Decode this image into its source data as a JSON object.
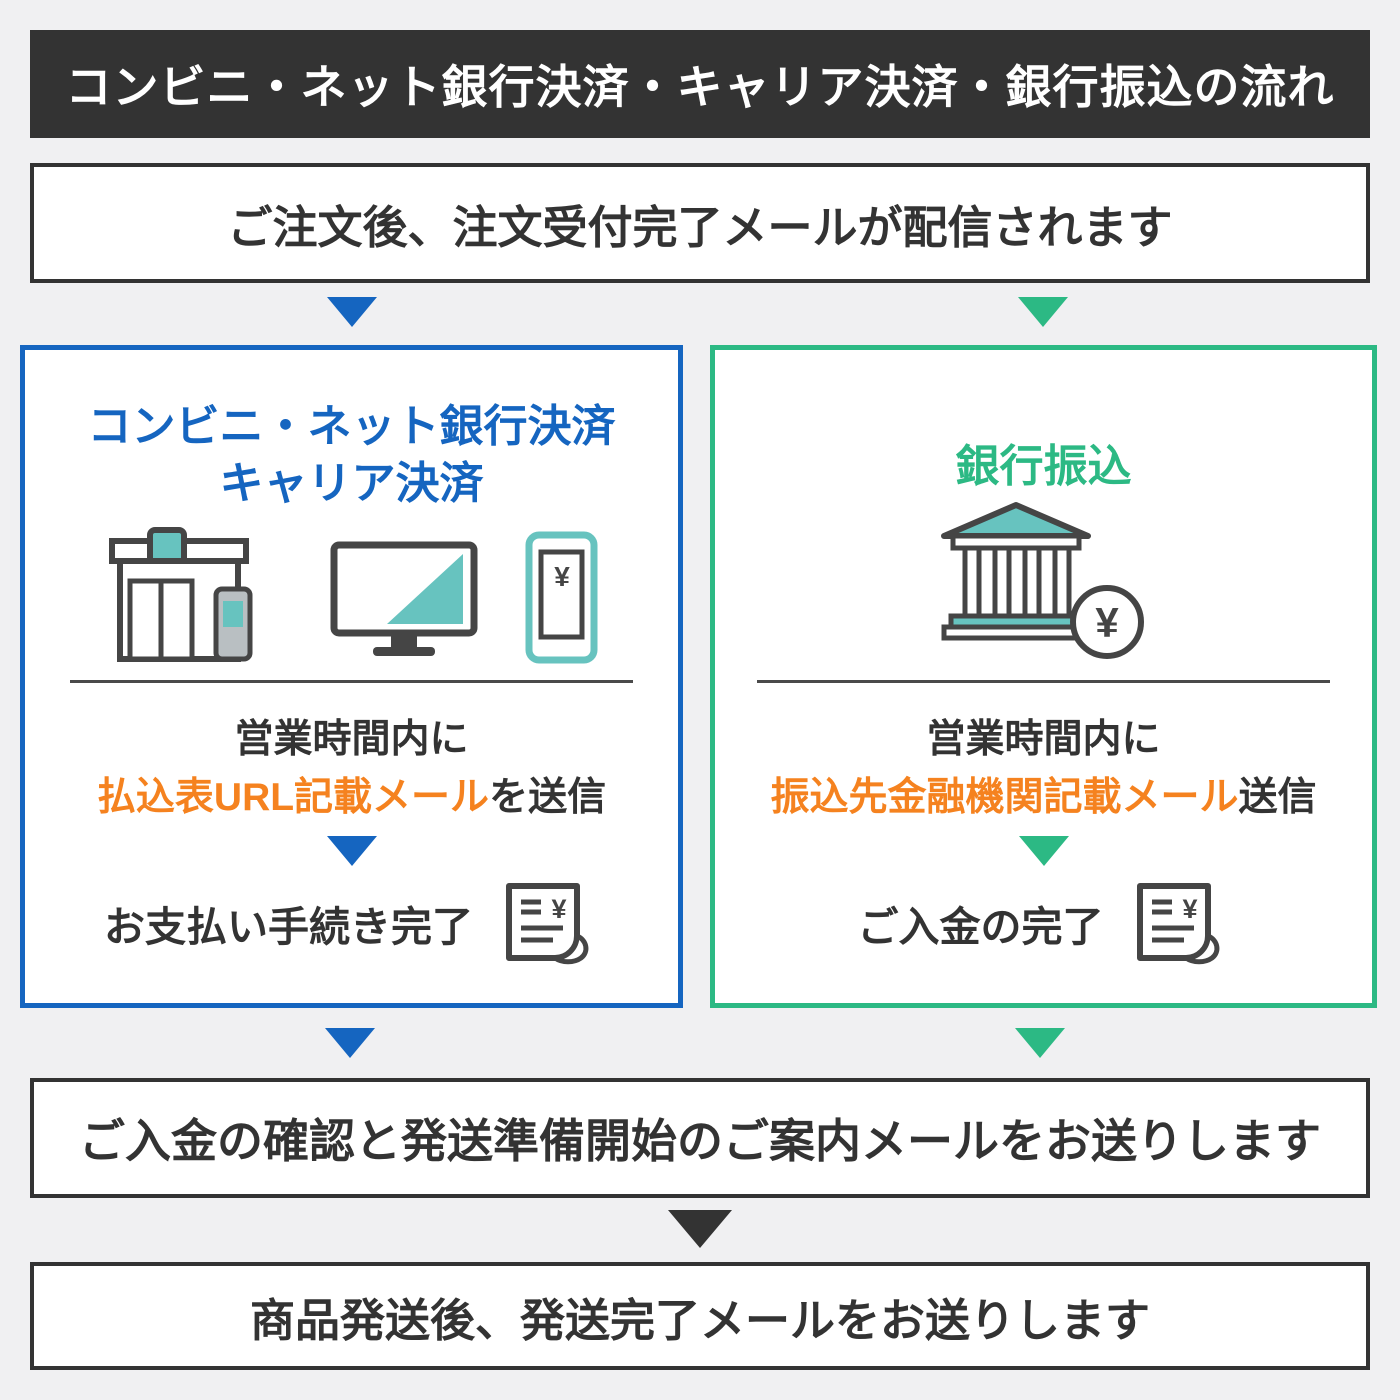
{
  "colors": {
    "bg": "#f0f0f2",
    "dark": "#333333",
    "blue": "#1565c0",
    "green": "#2cb984",
    "orange": "#f5821f",
    "teal": "#67c3bf"
  },
  "header": {
    "title": "コンビニ・ネット銀行決済・キャリア決済・銀行振込の流れ"
  },
  "flow": {
    "step_order": "ご注文後、注文受付完了メールが配信されます",
    "step_payment_confirmed": "ご入金の確認と発送準備開始のご案内メールをお送りします",
    "step_shipped": "商品発送後、発送完了メールをお送りします"
  },
  "left_panel": {
    "title_line1": "コンビニ・ネット銀行決済",
    "title_line2": "キャリア決済",
    "hours_text": "営業時間内に",
    "mail_highlight": "払込表URL記載メール",
    "mail_suffix": "を送信",
    "complete_text": "お支払い手続き完了"
  },
  "right_panel": {
    "title": "銀行振込",
    "hours_text": "営業時間内に",
    "mail_highlight": "振込先金融機関記載メール",
    "mail_suffix": "送信",
    "complete_text": "ご入金の完了"
  },
  "icons": {
    "yen": "¥"
  }
}
